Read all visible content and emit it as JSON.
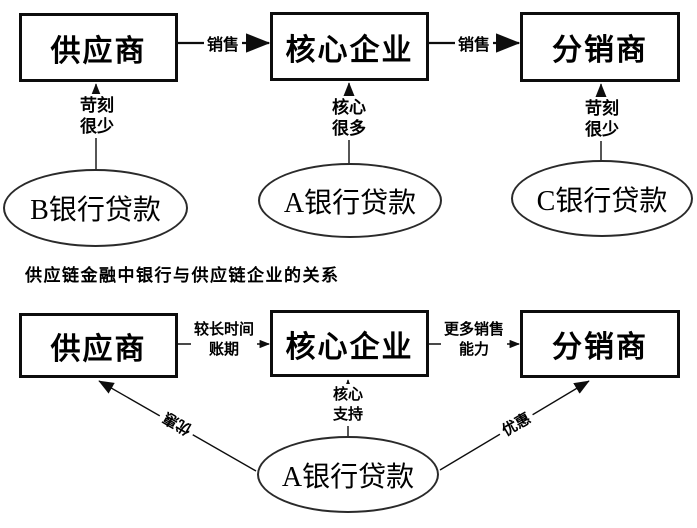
{
  "top_diagram": {
    "supplier": "供应商",
    "core": "核心企业",
    "distributor": "分销商",
    "sales_left": "销售",
    "sales_right": "销售",
    "note_supplier": "苛刻\n很少",
    "note_core": "核心\n很多",
    "note_distributor": "苛刻\n很少",
    "bank_b": "B银行贷款",
    "bank_a": "A银行贷款",
    "bank_c": "C银行贷款"
  },
  "caption": "供应链金融中银行与供应链企业的关系",
  "bottom_diagram": {
    "supplier": "供应商",
    "core": "核心企业",
    "distributor": "分销商",
    "edge_supplier_core": "较长时间\n账期",
    "edge_core_distributor": "更多销售\n能力",
    "edge_bank_core": "核心\n支持",
    "edge_bank_supplier": "优惠",
    "edge_bank_distributor": "优惠",
    "bank_a": "A银行贷款"
  },
  "colors": {
    "ink": "#000000",
    "background": "#ffffff"
  }
}
